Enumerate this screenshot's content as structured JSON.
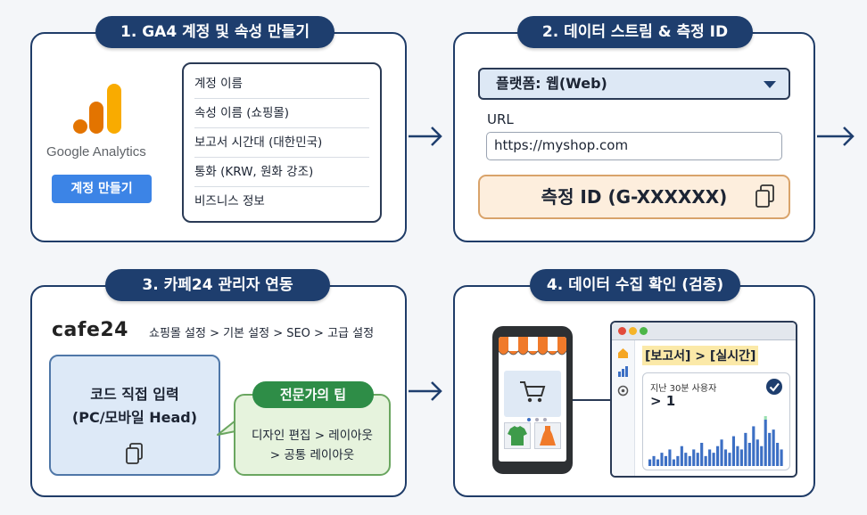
{
  "steps": [
    {
      "title": "1. GA4 계정 및 속성 만들기"
    },
    {
      "title": "2. 데이터 스트림 & 측정 ID"
    },
    {
      "title": "3. 카페24 관리자 연동"
    },
    {
      "title": "4. 데이터 수집 확인 (검증)"
    }
  ],
  "step1": {
    "brand": "Google Analytics",
    "create_button": "계정 만들기",
    "fields": [
      "계정 이름",
      "속성 이름 (쇼핑몰)",
      "보고서 시간대 (대한민국)",
      "통화 (KRW, 원화 강조)",
      "비즈니스 정보"
    ]
  },
  "step2": {
    "platform_select": "플랫폼: 웹(Web)",
    "url_label": "URL",
    "url_value": "https://myshop.com",
    "measurement_id": "측정 ID (G-XXXXXX)"
  },
  "step3": {
    "logo": "cafe24",
    "breadcrumb": "쇼핑몰 설정 > 기본 설정 > SEO > 고급 설정",
    "code_title_line1": "코드 직접 입력",
    "code_title_line2": "(PC/모바일 Head)",
    "tip_title": "전문가의 팁",
    "tip_line1": "디자인 편집 > 레이아웃",
    "tip_line2": "> 공통 레이아웃"
  },
  "step4": {
    "report_path": "[보고서] > [실시간]",
    "users_label": "지난 30분 사용자",
    "users_value": "> 1",
    "realtime_bars": [
      2,
      3,
      2,
      4,
      3,
      5,
      2,
      3,
      6,
      4,
      3,
      5,
      4,
      7,
      3,
      5,
      4,
      6,
      8,
      5,
      4,
      9,
      6,
      5,
      10,
      7,
      12,
      8,
      6,
      14,
      10,
      11,
      7,
      5
    ],
    "highlight_bar_index": 29
  },
  "colors": {
    "navy": "#1e3e6e",
    "ga_orange": "#f9ab00",
    "ga_dark_orange": "#e37400",
    "chart_bar": "#3c6fc4",
    "chart_highlight": "#9be0b0"
  }
}
